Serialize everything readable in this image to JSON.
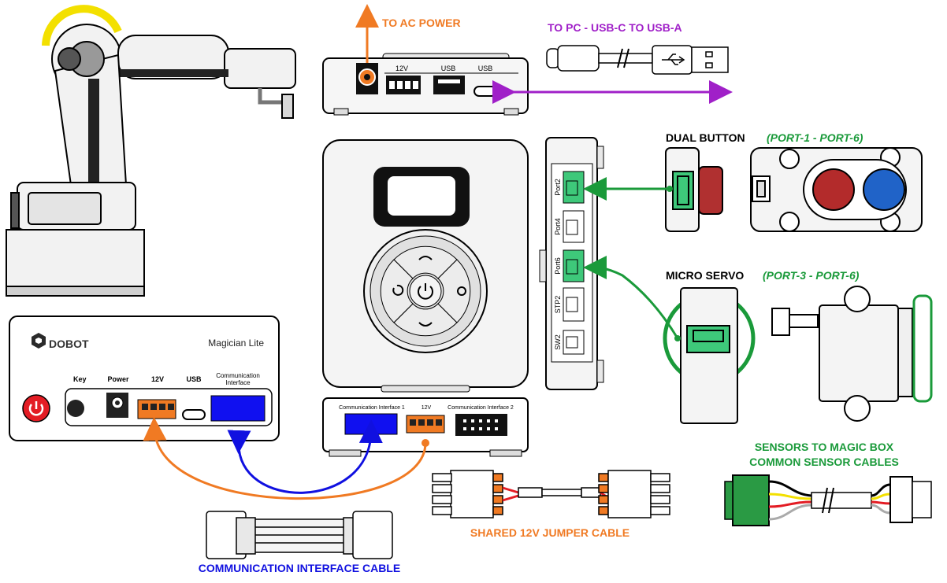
{
  "top": {
    "ac_power": "TO AC POWER",
    "pc_usb": "TO PC - USB-C TO USB-A",
    "box_12v": "12V",
    "box_usb1": "USB",
    "box_usb2": "USB"
  },
  "dual_button": {
    "title": "DUAL BUTTON",
    "ports": "(PORT-1 - PORT-6)"
  },
  "micro_servo": {
    "title": "MICRO SERVO",
    "ports": "(PORT-3 - PORT-6)"
  },
  "sensors": {
    "line1": "SENSORS TO MAGIC BOX",
    "line2": "COMMON SENSOR CABLES"
  },
  "magician_lite": {
    "brand": "DOBOT",
    "model": "Magician Lite",
    "key": "Key",
    "power": "Power",
    "v12": "12V",
    "usb": "USB",
    "comm1": "Communication",
    "comm2": "Interface"
  },
  "magic_box": {
    "ports": [
      "Port2",
      "Port4",
      "Port6",
      "STP2",
      "SW2"
    ],
    "comm_if1": "Communication Interface 1",
    "v12": "12V",
    "comm_if2": "Communication Interface 2"
  },
  "cables": {
    "comm_cable": "COMMUNICATION INTERFACE CABLE",
    "jumper": "SHARED 12V JUMPER CABLE"
  },
  "colors": {
    "orange": "#f07a23",
    "purple": "#a020c8",
    "green": "#1a9a3a",
    "blue": "#1010e0",
    "port_green": "#3ec87a"
  }
}
